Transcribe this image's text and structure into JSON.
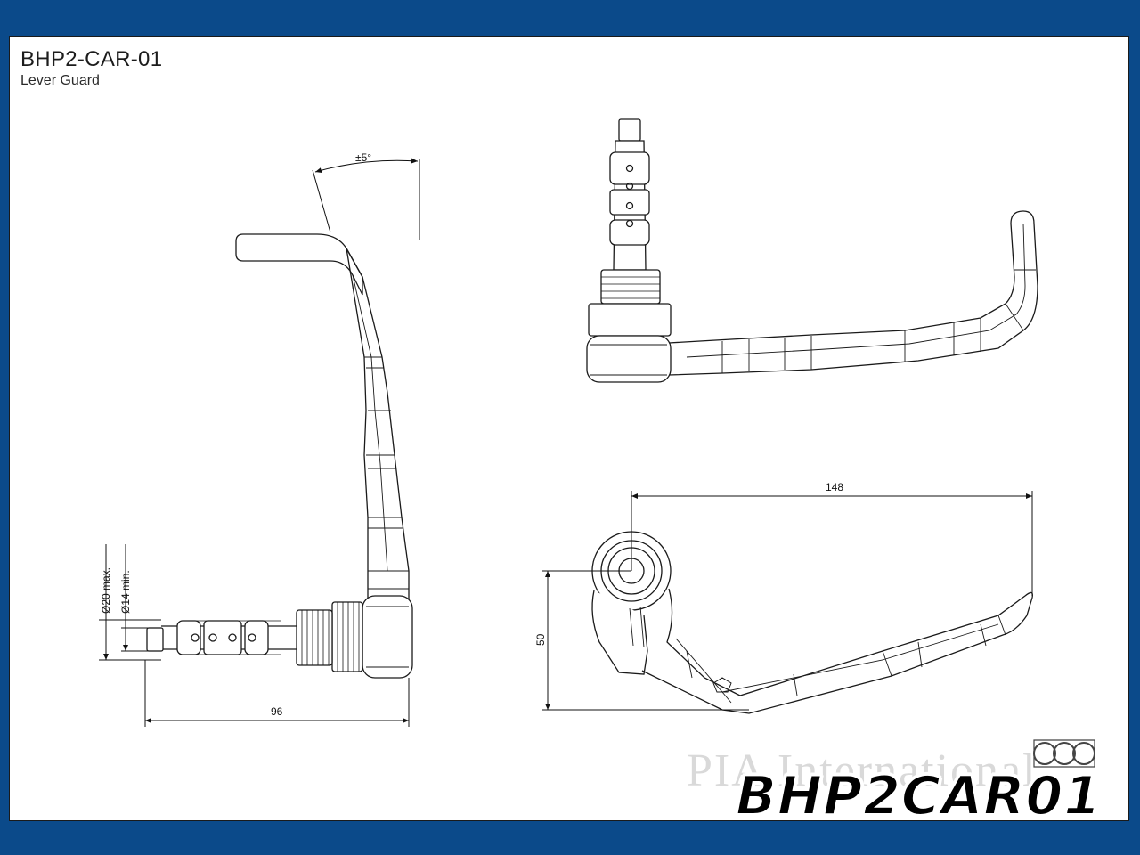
{
  "title_block": {
    "part_number": "BHP2-CAR-01",
    "description": "Lever Guard"
  },
  "dimensions": {
    "angle": "±5°",
    "max_diameter": "Ø20 max.",
    "min_diameter": "Ø14 min.",
    "side_length": "96",
    "overall_length": "148",
    "height": "50"
  },
  "watermark": "PIA International",
  "product_code": "BHP2CAR01",
  "colors": {
    "border": "#0b4a8a",
    "line": "#1a1a1a",
    "watermark": "#d9d9d9"
  }
}
